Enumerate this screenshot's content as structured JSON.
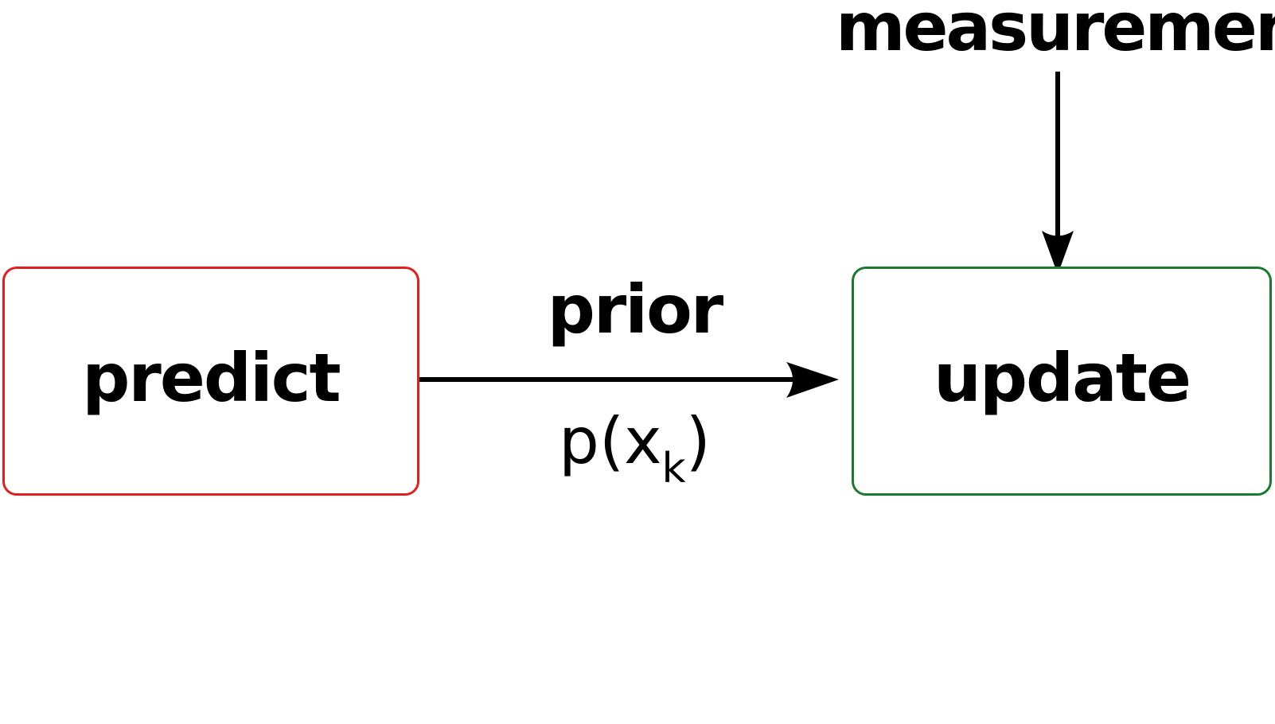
{
  "nodes": {
    "predict": {
      "label": "predict",
      "border_color": "#e02020"
    },
    "update": {
      "label": "update",
      "border_color": "#1a7a2e"
    }
  },
  "edges": {
    "prior": {
      "label": "prior",
      "formula": {
        "prefix": "p(x",
        "subscript": "k",
        "suffix": ")"
      }
    },
    "measurement": {
      "label": "measurement"
    }
  }
}
